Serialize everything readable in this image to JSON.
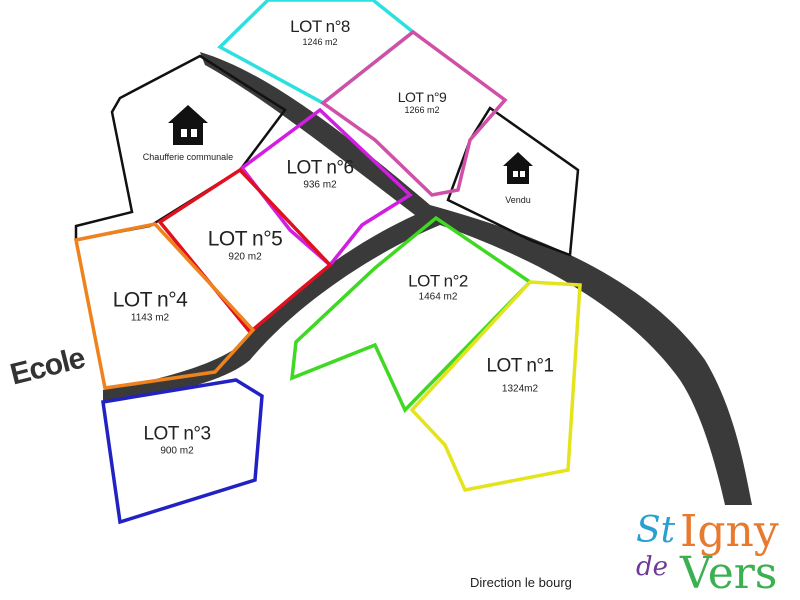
{
  "colors": {
    "road": "#3a3a3a",
    "lot1": "#e4e41e",
    "lot2": "#3fd822",
    "lot3": "#2222c4",
    "lot4": "#f0821e",
    "lot5": "#e0101e",
    "lot6": "#d21ee0",
    "lot8": "#2ce0e0",
    "lot9": "#d050a8",
    "other": "#111111"
  },
  "lots": [
    {
      "name": "LOT n°1",
      "area": "1324m2"
    },
    {
      "name": "LOT n°2",
      "area": "1464 m2"
    },
    {
      "name": "LOT n°3",
      "area": "900 m2"
    },
    {
      "name": "LOT n°4",
      "area": "1143 m2"
    },
    {
      "name": "LOT n°5",
      "area": "920 m2"
    },
    {
      "name": "LOT n°6",
      "area": "936 m2"
    },
    {
      "name": "LOT n°8",
      "area": "1246 m2"
    },
    {
      "name": "LOT n°9",
      "area": "1266 m2"
    }
  ],
  "places": {
    "chaufferie": "Chaufferie communale",
    "vendu": "Vendu",
    "ecole": "Ecole",
    "direction": "Direction le bourg"
  },
  "icons": [
    "house-icon",
    "house-icon"
  ],
  "logo": {
    "st": "St",
    "igny": "Igny",
    "de": "de",
    "vers": "Vers"
  }
}
